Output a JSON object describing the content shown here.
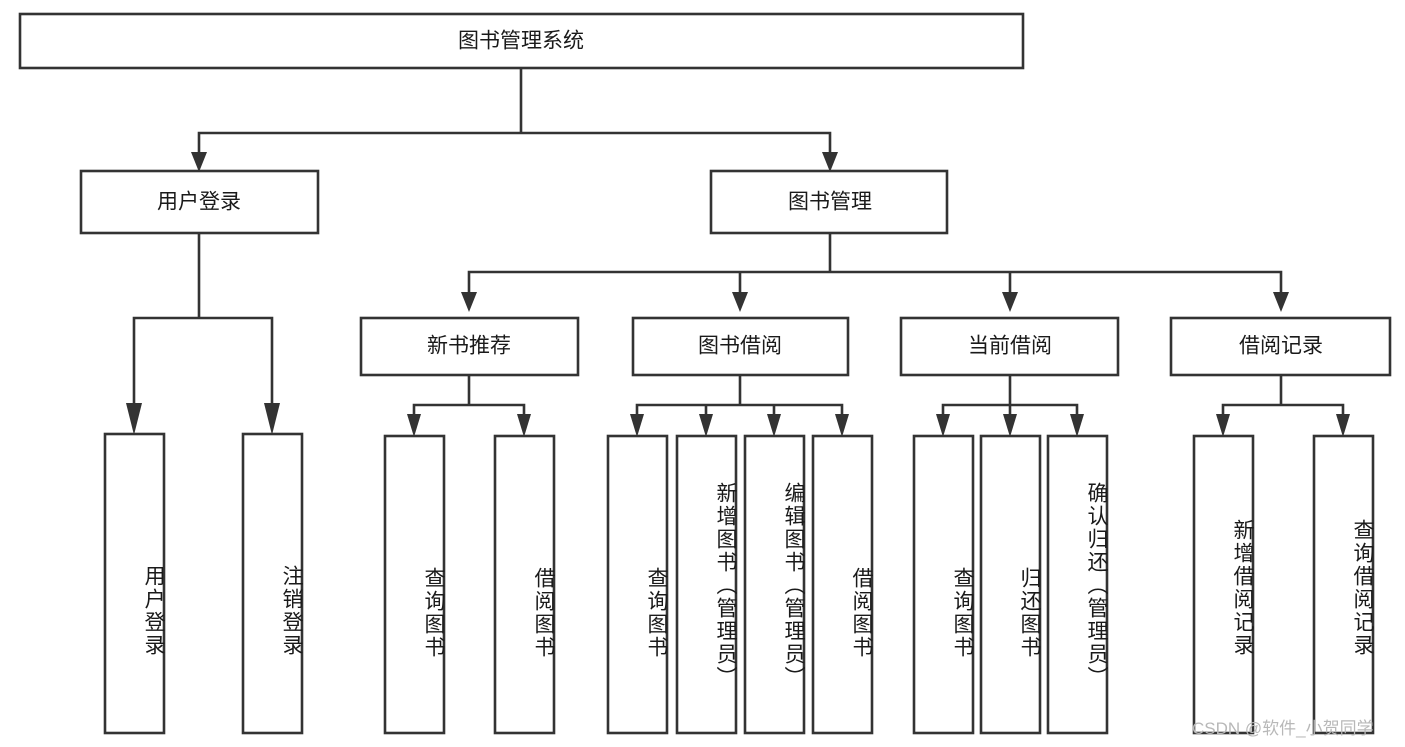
{
  "diagram": {
    "type": "hierarchy-tree",
    "title": "图书管理系统",
    "root": {
      "label": "图书管理系统",
      "orientation": "horizontal"
    },
    "level2": [
      {
        "label": "用户登录"
      },
      {
        "label": "图书管理"
      }
    ],
    "level3": [
      {
        "label": "新书推荐"
      },
      {
        "label": "图书借阅"
      },
      {
        "label": "当前借阅"
      },
      {
        "label": "借阅记录"
      }
    ],
    "leaves": {
      "user_login": [
        {
          "label": "用户登录"
        },
        {
          "label": "注销登录"
        }
      ],
      "new_book_recommend": [
        {
          "label": "查询图书"
        },
        {
          "label": "借阅图书"
        }
      ],
      "book_borrow": [
        {
          "label": "查询图书"
        },
        {
          "label": "新增图书（管理员）"
        },
        {
          "label": "编辑图书（管理员）"
        },
        {
          "label": "借阅图书"
        }
      ],
      "current_borrow": [
        {
          "label": "查询图书"
        },
        {
          "label": "归还图书"
        },
        {
          "label": "确认归还（管理员）"
        }
      ],
      "borrow_record": [
        {
          "label": "新增借阅记录"
        },
        {
          "label": "查询借阅记录"
        }
      ]
    }
  },
  "watermark": {
    "text": "CSDN @软件_小贺同学"
  },
  "colors": {
    "stroke": "#333333",
    "text": "#1a1a1a",
    "background": "#ffffff",
    "watermark": "#b8b8b8"
  }
}
